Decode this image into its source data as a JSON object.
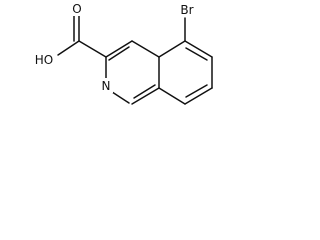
{
  "molecule": {
    "atoms": {
      "bromine": "Br",
      "hydroxyl": "HO",
      "carbonyl_oxygen": "O",
      "ring_nitrogen": "N"
    }
  }
}
